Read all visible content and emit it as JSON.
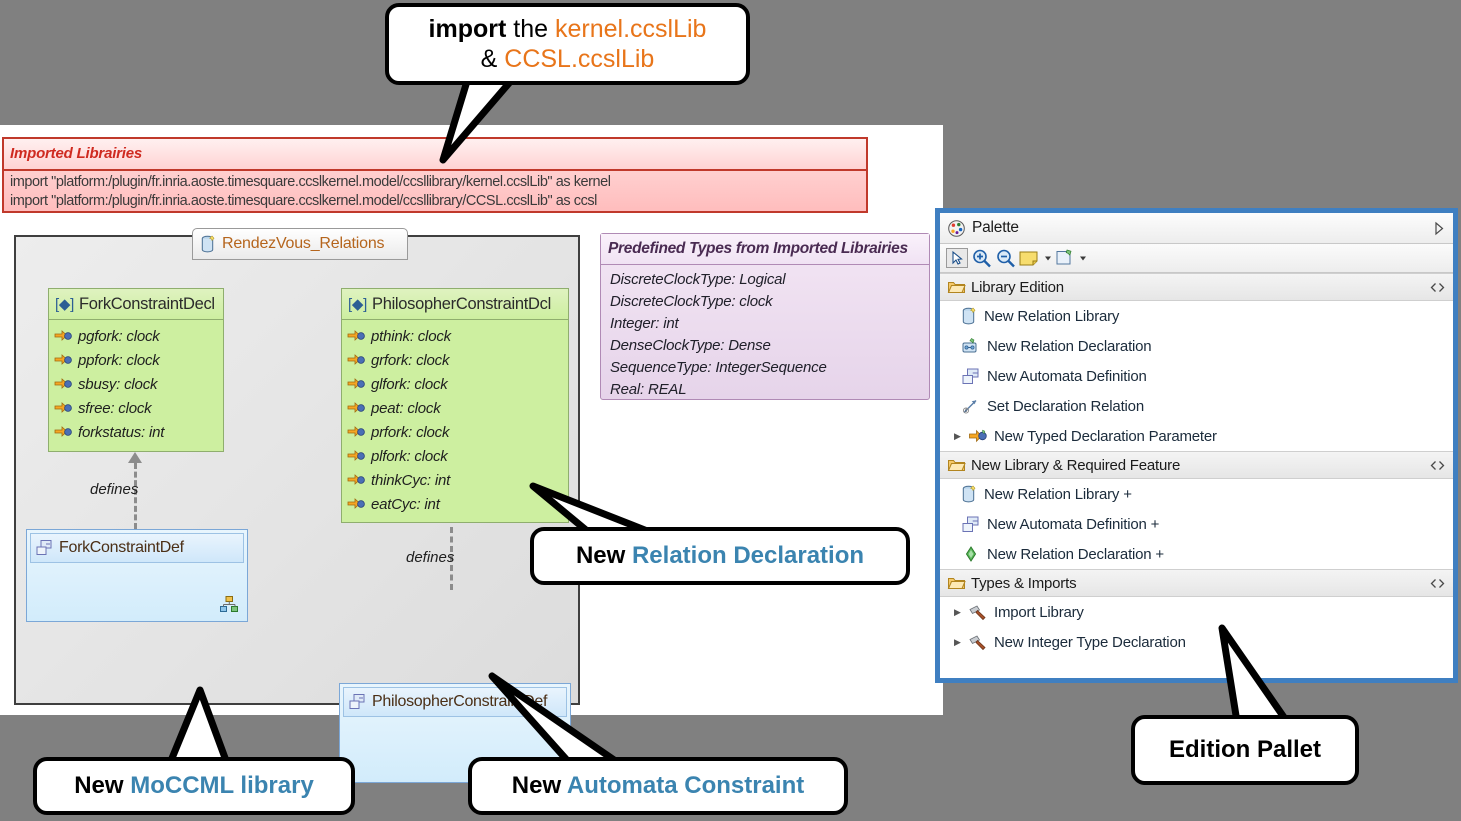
{
  "canvas": {
    "imported_libraries": {
      "title": "Imported Librairies",
      "lines": [
        "import \"platform:/plugin/fr.inria.aoste.timesquare.ccslkernel.model/ccsllibrary/kernel.ccslLib\" as kernel",
        "import \"platform:/plugin/fr.inria.aoste.timesquare.ccslkernel.model/ccsllibrary/CCSL.ccslLib\" as ccsl"
      ]
    },
    "diagram": {
      "tab_label": "RendezVous_Relations",
      "fork_decl": {
        "name": "ForkConstraintDecl",
        "stereotype": "[◆]",
        "attributes": [
          "pgfork: clock",
          "ppfork: clock",
          "sbusy: clock",
          "sfree: clock",
          "forkstatus: int"
        ]
      },
      "philosopher_decl": {
        "name": "PhilosopherConstraintDcl",
        "stereotype": "[◆]",
        "attributes": [
          "pthink: clock",
          "grfork: clock",
          "glfork: clock",
          "peat: clock",
          "prfork: clock",
          "plfork: clock",
          "thinkCyc: int",
          "eatCyc: int"
        ]
      },
      "fork_def": {
        "name": "ForkConstraintDef"
      },
      "philosopher_def": {
        "name": "PhilosopherConstraintDef"
      },
      "connector_label_1": "defines",
      "connector_label_2": "defines"
    },
    "predefined_types": {
      "title": "Predefined Types from Imported Librairies",
      "entries": [
        "DiscreteClockType: Logical",
        "DiscreteClockType: clock",
        "Integer: int",
        "DenseClockType: Dense",
        "SequenceType: IntegerSequence",
        "Real: REAL"
      ]
    }
  },
  "palette": {
    "title": "Palette",
    "sections": [
      {
        "title": "Library Edition",
        "items": [
          {
            "label": "New Relation Library",
            "icon": "relation-library-icon",
            "arrow": false
          },
          {
            "label": "New Relation Declaration",
            "icon": "relation-declaration-icon",
            "arrow": false
          },
          {
            "label": "New Automata Definition",
            "icon": "automata-definition-icon",
            "arrow": false
          },
          {
            "label": "Set Declaration Relation",
            "icon": "set-declaration-relation-icon",
            "arrow": false
          },
          {
            "label": "New Typed Declaration Parameter",
            "icon": "typed-declaration-parameter-icon",
            "arrow": true
          }
        ]
      },
      {
        "title": "New Library & Required Feature",
        "items": [
          {
            "label": "New Relation Library +",
            "icon": "relation-library-icon",
            "arrow": false
          },
          {
            "label": "New Automata Definition +",
            "icon": "automata-definition-icon",
            "arrow": false
          },
          {
            "label": "New Relation Declaration +",
            "icon": "green-diamond-icon",
            "arrow": false
          }
        ]
      },
      {
        "title": "Types & Imports",
        "items": [
          {
            "label": "Import Library",
            "icon": "hammer-icon",
            "arrow": true
          },
          {
            "label": "New Integer Type Declaration",
            "icon": "hammer-icon",
            "arrow": true
          }
        ]
      }
    ]
  },
  "callouts": {
    "import": {
      "l1a": "import",
      "l1b": " the ",
      "l1c": "kernel.ccslLib",
      "l2a": "& ",
      "l2b": "CCSL.ccslLib"
    },
    "relation_declaration": {
      "a": "New ",
      "b": "Relation Declaration"
    },
    "moccml_library": {
      "a": "New ",
      "b": "MoCCML library"
    },
    "automata_constraint": {
      "a": "New ",
      "b": "Automata Constraint"
    },
    "edition_pallet": {
      "a": "Edition Pallet"
    }
  },
  "colors": {
    "accent_blue": "#3b84b0",
    "accent_orange": "#e8751a",
    "palette_border": "#3f7fc1",
    "decl_green": "#cdefa0",
    "defn_blue": "#d2ecfb",
    "imported_red": "#c0392b"
  }
}
